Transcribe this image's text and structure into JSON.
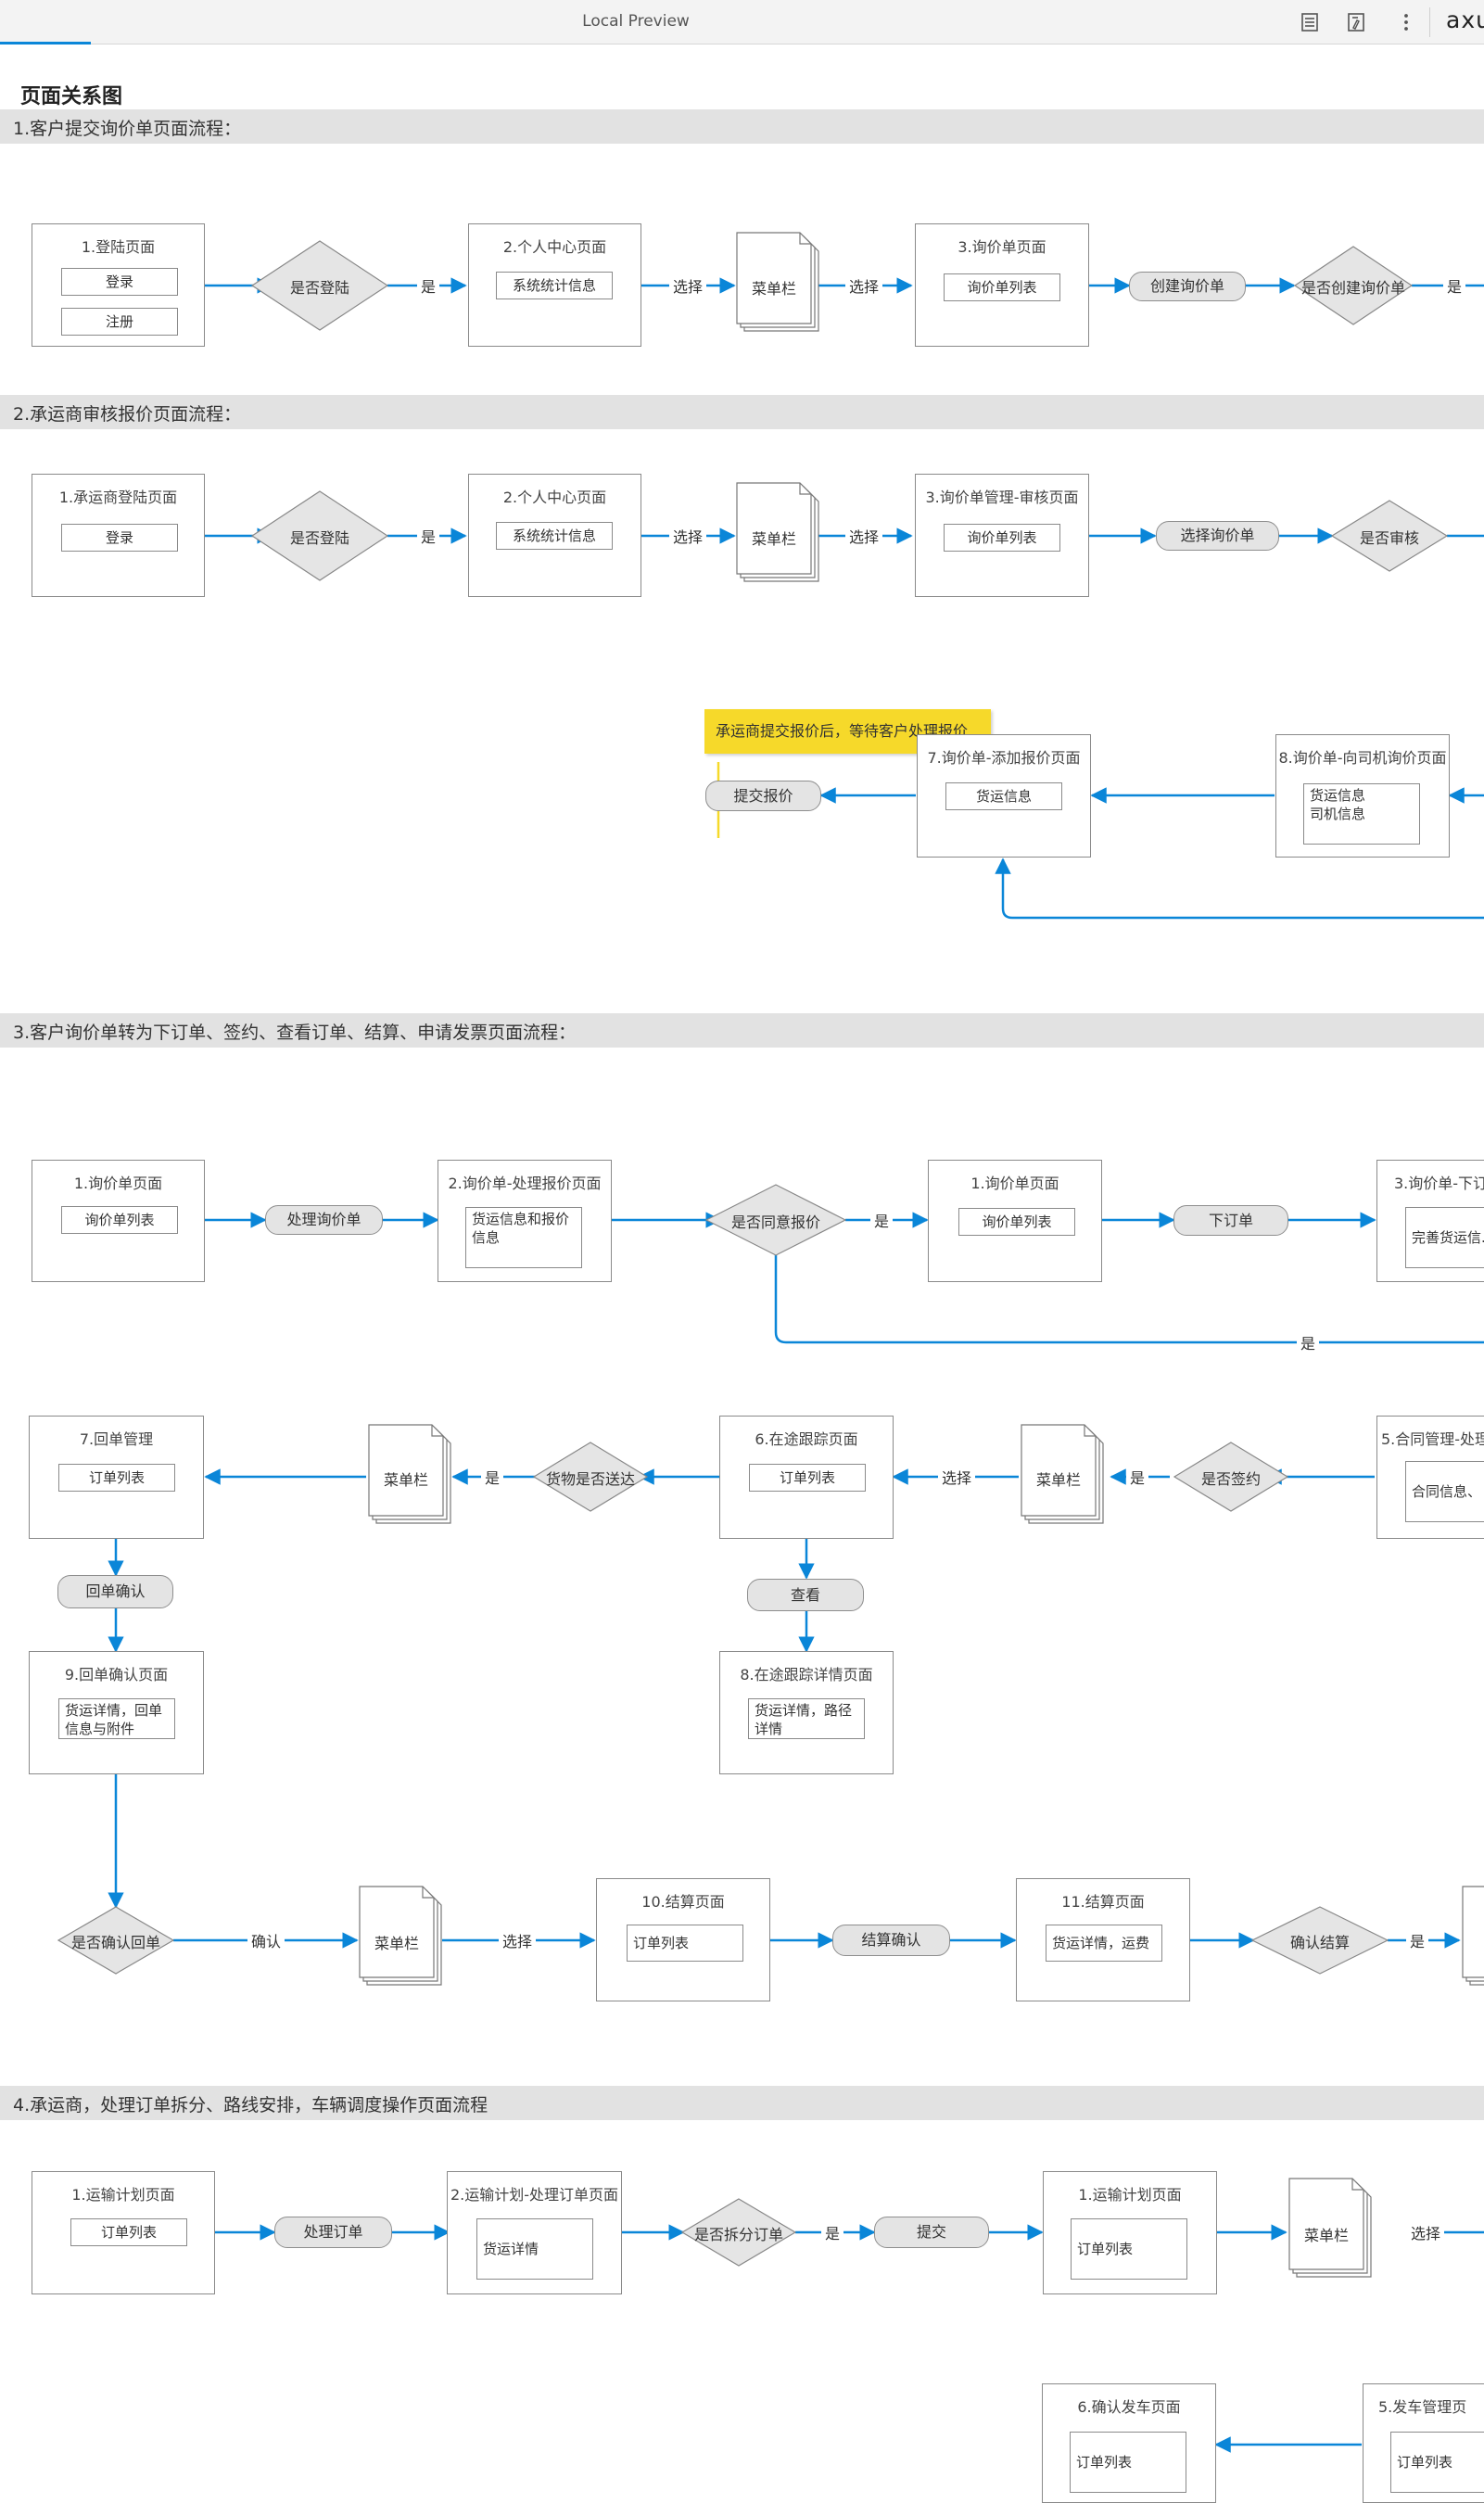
{
  "topbar": {
    "title": "Local Preview",
    "brand": "axu",
    "icons": [
      "page-list-icon",
      "page-notes-icon",
      "more-options-icon"
    ]
  },
  "page": {
    "heading": "页面关系图",
    "sections": [
      "1.客户提交询价单页面流程：",
      "2.承运商审核报价页面流程：",
      "3.客户询价单转为下订单、签约、查看订单、结算、申请发票页面流程：",
      "4.承运商，处理订单拆分、路线安排，车辆调度操作页面流程"
    ]
  },
  "flow1": {
    "login_page": {
      "title": "1.登陆页面",
      "btn_login": "登录",
      "btn_register": "注册"
    },
    "is_logged_in": "是否登陆",
    "yes": "是",
    "personal_center": {
      "title": "2.个人中心页面",
      "item": "系统统计信息"
    },
    "select": "选择",
    "menu": "菜单栏",
    "inquiry_page": {
      "title": "3.询价单页面",
      "item": "询价单列表"
    },
    "create_inquiry": "创建询价单",
    "is_create_inquiry": "是否创建询价单"
  },
  "flow2": {
    "carrier_login": {
      "title": "1.承运商登陆页面",
      "btn_login": "登录"
    },
    "is_logged_in": "是否登陆",
    "yes": "是",
    "personal_center": {
      "title": "2.个人中心页面",
      "item": "系统统计信息"
    },
    "select": "选择",
    "menu": "菜单栏",
    "inquiry_review": {
      "title": "3.询价单管理-审核页面",
      "item": "询价单列表"
    },
    "select_inquiry": "选择询价单",
    "is_review": "是否审核",
    "note": "承运商提交报价后，等待客户处理报价",
    "add_quote": {
      "title": "7.询价单-添加报价页面",
      "item": "货运信息"
    },
    "submit_quote": "提交报价",
    "driver_inquiry": {
      "title": "8.询价单-向司机询价页面",
      "item": "货运信息\n司机信息"
    }
  },
  "flow3": {
    "inquiry_page_a": {
      "title": "1.询价单页面",
      "item": "询价单列表"
    },
    "process_inquiry": "处理询价单",
    "process_quote": {
      "title": "2.询价单-处理报价页面",
      "item": "货运信息和报价信息"
    },
    "is_agree_quote": "是否同意报价",
    "yes": "是",
    "inquiry_page_b": {
      "title": "1.询价单页面",
      "item": "询价单列表"
    },
    "place_order": "下订单",
    "order_page": {
      "title": "3.询价单-下订",
      "item": "完善货运信."
    },
    "contract_page": {
      "title": "5.合同管理-处理",
      "item": "合同信息、"
    },
    "is_signed": "是否签约",
    "menu": "菜单栏",
    "select": "选择",
    "tracking_page": {
      "title": "6.在途跟踪页面",
      "item": "订单列表"
    },
    "is_delivered": "货物是否送达",
    "receipt_mgmt": {
      "title": "7.回单管理",
      "item": "订单列表"
    },
    "receipt_confirm": "回单确认",
    "view": "查看",
    "receipt_confirm_page": {
      "title": "9.回单确认页面",
      "item": "货运详情，回单信息与附件"
    },
    "tracking_detail": {
      "title": "8.在途跟踪详情页面",
      "item": "货运详情，路径详情"
    },
    "is_confirm_receipt": "是否确认回单",
    "confirm": "确认",
    "settlement_10": {
      "title": "10.结算页面",
      "item": "订单列表"
    },
    "settle_confirm": "结算确认",
    "settlement_11": {
      "title": "11.结算页面",
      "item": "货运详情，运费"
    },
    "confirm_settle": "确认结算"
  },
  "flow4": {
    "transport_plan_a": {
      "title": "1.运输计划页面",
      "item": "订单列表"
    },
    "process_order": "处理订单",
    "process_order_page": {
      "title": "2.运输计划-处理订单页面",
      "item": "货运详情"
    },
    "is_split_order": "是否拆分订单",
    "yes": "是",
    "submit": "提交",
    "transport_plan_b": {
      "title": "1.运输计划页面",
      "item": "订单列表"
    },
    "menu": "菜单栏",
    "select": "选择",
    "confirm_dispatch": {
      "title": "6.确认发车页面",
      "item": "订单列表"
    },
    "dispatch_mgmt": {
      "title": "5.发车管理页",
      "item": "订单列表"
    }
  },
  "colors": {
    "accent": "#0a86d8",
    "band": "#e2e2e2",
    "note": "#f6d92a",
    "pill": "#e4e4e4"
  }
}
